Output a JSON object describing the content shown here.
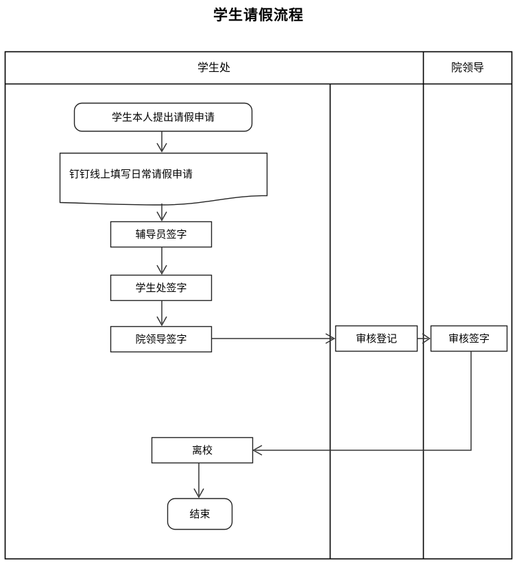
{
  "page": {
    "title": "学生请假流程",
    "background_color": "#ffffff",
    "line_color": "#000000",
    "text_color": "#000000"
  },
  "swimlanes": {
    "headers": [
      {
        "name": "student-affairs-lane",
        "label": "学生处"
      },
      {
        "name": "college-leaders-lane",
        "label": "院领导"
      }
    ]
  },
  "flow": {
    "nodes": [
      {
        "id": "start",
        "label": "学生本人提出请假申请",
        "shape": "rounded-rectangle",
        "lane": "学生处"
      },
      {
        "id": "doc",
        "label": "钉钉线上填写日常请假申请",
        "shape": "document",
        "lane": "学生处"
      },
      {
        "id": "counselor",
        "label": "辅导员签字",
        "shape": "rectangle",
        "lane": "学生处"
      },
      {
        "id": "affairs",
        "label": "学生处签字",
        "shape": "rectangle",
        "lane": "学生处"
      },
      {
        "id": "leader",
        "label": "院领导签字",
        "shape": "rectangle",
        "lane": "学生处"
      },
      {
        "id": "register",
        "label": "审核登记",
        "shape": "rectangle",
        "lane": "学生处"
      },
      {
        "id": "sign",
        "label": "审核签字",
        "shape": "rectangle",
        "lane": "院领导"
      },
      {
        "id": "leave",
        "label": "离校",
        "shape": "rectangle",
        "lane": "学生处"
      },
      {
        "id": "end",
        "label": "结束",
        "shape": "rounded-rectangle",
        "lane": "学生处"
      }
    ],
    "edges": [
      {
        "from": "start",
        "to": "doc",
        "direction": "down"
      },
      {
        "from": "doc",
        "to": "counselor",
        "direction": "down"
      },
      {
        "from": "counselor",
        "to": "affairs",
        "direction": "down"
      },
      {
        "from": "affairs",
        "to": "leader",
        "direction": "down"
      },
      {
        "from": "leader",
        "to": "register",
        "direction": "right"
      },
      {
        "from": "register",
        "to": "sign",
        "direction": "right"
      },
      {
        "from": "sign",
        "to": "leave",
        "direction": "down-then-left"
      },
      {
        "from": "leave",
        "to": "end",
        "direction": "down"
      }
    ]
  }
}
